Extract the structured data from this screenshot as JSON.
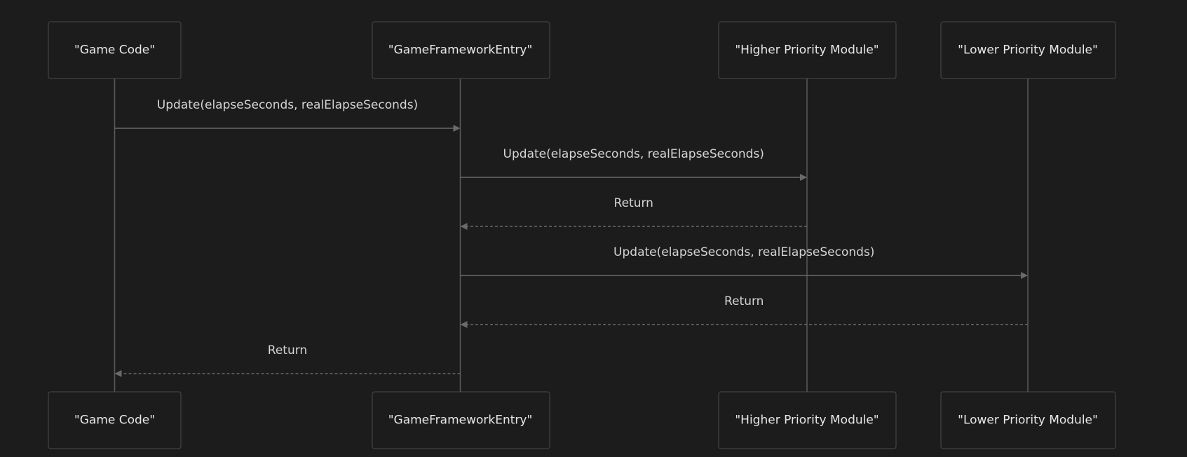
{
  "participants": [
    {
      "id": "game_code",
      "label": "\"Game Code\""
    },
    {
      "id": "framework_entry",
      "label": "\"GameFrameworkEntry\""
    },
    {
      "id": "higher_module",
      "label": "\"Higher Priority Module\""
    },
    {
      "id": "lower_module",
      "label": "\"Lower Priority Module\""
    }
  ],
  "messages": [
    {
      "from": "game_code",
      "to": "framework_entry",
      "label": "Update(elapseSeconds, realElapseSeconds)",
      "style": "solid"
    },
    {
      "from": "framework_entry",
      "to": "higher_module",
      "label": "Update(elapseSeconds, realElapseSeconds)",
      "style": "solid"
    },
    {
      "from": "higher_module",
      "to": "framework_entry",
      "label": "Return",
      "style": "dashed"
    },
    {
      "from": "framework_entry",
      "to": "lower_module",
      "label": "Update(elapseSeconds, realElapseSeconds)",
      "style": "solid"
    },
    {
      "from": "lower_module",
      "to": "framework_entry",
      "label": "Return",
      "style": "dashed"
    },
    {
      "from": "framework_entry",
      "to": "game_code",
      "label": "Return",
      "style": "dashed"
    }
  ]
}
